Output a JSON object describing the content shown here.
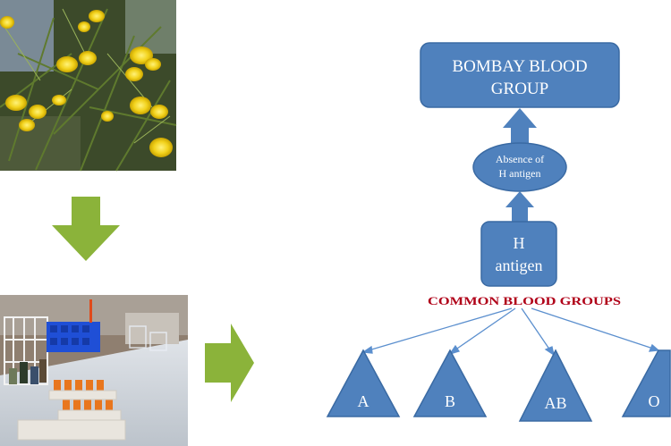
{
  "colors": {
    "box_fill": "#4f81bd",
    "box_stroke": "#3a6aa3",
    "arrow_green": "#8bb33a",
    "label_red": "#b00018",
    "line_blue": "#5b8fce"
  },
  "diagram": {
    "top_box": {
      "line1": "BOMBAY BLOOD",
      "line2": "GROUP"
    },
    "ellipse": {
      "line1": "Absence of",
      "line2": "H antigen"
    },
    "h_box": {
      "line1": "H",
      "line2": "antigen"
    },
    "common_label": "COMMON BLOOD GROUPS",
    "groups": [
      "A",
      "B",
      "AB",
      "O"
    ]
  },
  "photos": {
    "flower": {
      "icon": "gorse-flower-photo"
    },
    "lab": {
      "icon": "lab-test-tubes-photo"
    }
  }
}
